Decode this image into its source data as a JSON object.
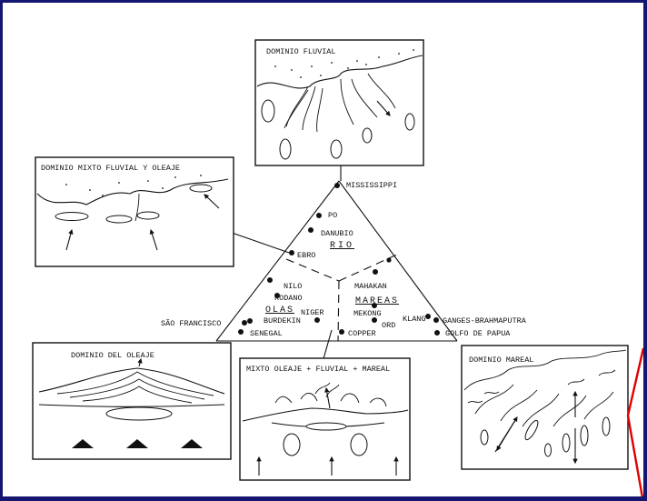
{
  "panels": {
    "fluvial": "DOMINIO FLUVIAL",
    "mixto_fluvial_oleaje": "DOMINIO MIXTO FLUVIAL Y OLEAJE",
    "oleaje": "DOMINIO DEL OLEAJE",
    "mixto_todo": "MIXTO OLEAJE + FLUVIAL + MAREAL",
    "mareal": "DOMINIO MAREAL"
  },
  "domains": {
    "rio": "RIO",
    "olas": "OLAS",
    "mareas": "MAREAS"
  },
  "deltas": {
    "mississippi": "MISSISSIPPI",
    "po": "PO",
    "danubio": "DANUBIO",
    "ebro": "EBRO",
    "nilo": "NILO",
    "rodano": "RODANO",
    "burdekin": "BURDEKIN",
    "niger": "NIGER",
    "senegal": "SENEGAL",
    "sao_francisco": "SÃO FRANCISCO",
    "mahakan": "MAHAKAN",
    "mekong": "MEKONG",
    "ord": "ORD",
    "copper": "COPPER",
    "klang": "KLANG",
    "ganges": "GANGES-BRAHMAPUTRA",
    "papua": "GOLFO DE PAPUA"
  }
}
